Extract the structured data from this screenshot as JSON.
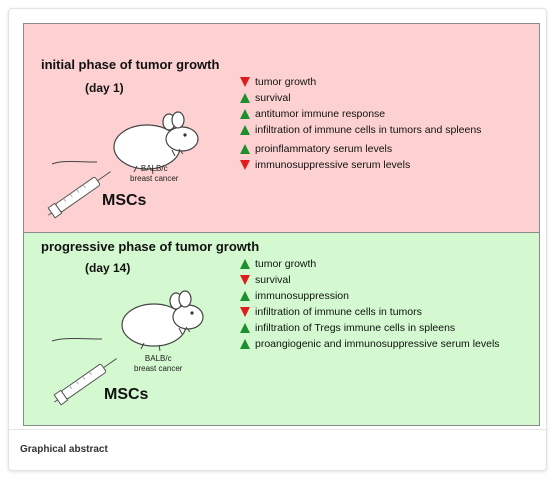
{
  "figure": {
    "caption": "Graphical abstract",
    "top_panel": {
      "title": "initial phase of tumor growth",
      "day": "(day 1)",
      "mouse_label_line1": "BALB/c",
      "mouse_label_line2": "breast cancer",
      "msc_label": "MSCs",
      "color": "#fdd1d1",
      "outcomes": [
        {
          "direction": "down",
          "text": "tumor growth"
        },
        {
          "direction": "up",
          "text": "survival"
        },
        {
          "direction": "up",
          "text": "antitumor immune response"
        },
        {
          "direction": "up",
          "text": "infiltration of immune cells in tumors and spleens"
        },
        {
          "direction": "up",
          "text": "proinflammatory serum levels"
        },
        {
          "direction": "down",
          "text": "immunosuppressive serum levels"
        }
      ]
    },
    "bottom_panel": {
      "title": "progressive phase of tumor growth",
      "day": "(day 14)",
      "mouse_label_line1": "BALB/c",
      "mouse_label_line2": "breast cancer",
      "msc_label": "MSCs",
      "color": "#d4f9d0",
      "outcomes": [
        {
          "direction": "up",
          "text": "tumor growth"
        },
        {
          "direction": "down",
          "text": "survival"
        },
        {
          "direction": "up",
          "text": "immunosuppression"
        },
        {
          "direction": "down",
          "text": "infiltration of immune cells in tumors"
        },
        {
          "direction": "up",
          "text": "infiltration of Tregs immune cells in spleens"
        },
        {
          "direction": "up",
          "text": "proangiogenic and immunosuppressive serum levels"
        }
      ]
    },
    "colors": {
      "up_arrow": "#1e8f2e",
      "down_arrow": "#e01b1b"
    },
    "icons": [
      "mouse-icon",
      "syringe-icon",
      "up-arrow-icon",
      "down-arrow-icon"
    ]
  }
}
